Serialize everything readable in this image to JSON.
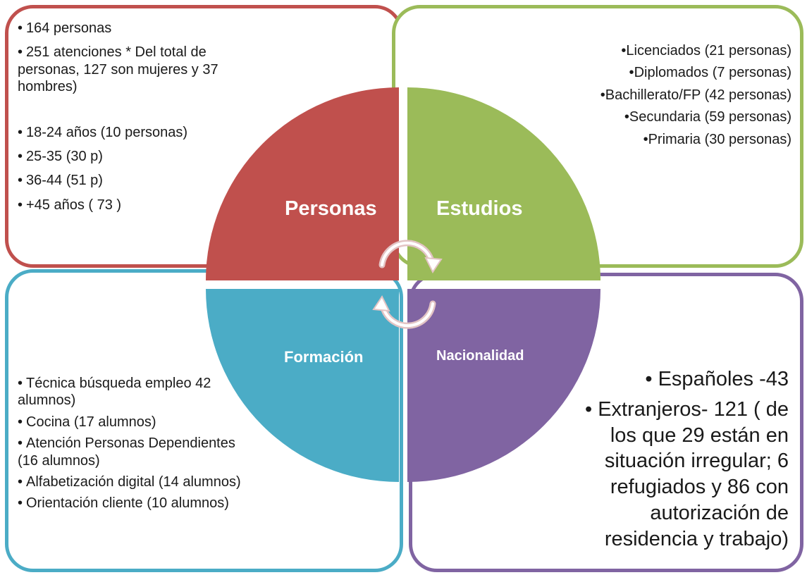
{
  "quadrants": {
    "personas": {
      "title": "Personas",
      "color": "#c0504d",
      "items": [
        "164 personas",
        "251 atenciones  * Del total de personas, 127 son  mujeres y 37 hombres)",
        "18-24 años (10 personas)",
        "25-35 (30 p)",
        "36-44 (51 p)",
        "+45 años ( 73 )"
      ]
    },
    "estudios": {
      "title": "Estudios",
      "color": "#9bbb59",
      "items": [
        "Licenciados (21 personas)",
        "Diplomados (7 personas)",
        "Bachillerato/FP (42 personas)",
        "Secundaria (59 personas)",
        "Primaria (30 personas)"
      ]
    },
    "formacion": {
      "title": "Formación",
      "color": "#4bacc6",
      "items": [
        "Técnica búsqueda empleo 42 alumnos)",
        "Cocina (17 alumnos)",
        "Atención Personas Dependientes (16 alumnos)",
        "Alfabetización digital (14 alumnos)",
        "Orientación cliente (10 alumnos)"
      ]
    },
    "nacionalidad": {
      "title": "Nacionalidad",
      "color": "#8064a2",
      "items": [
        "Españoles -43",
        "Extranjeros- 121 ( de los que 29 están en situación irregular; 6 refugiados y 86 con autorización de residencia y trabajo)"
      ]
    }
  },
  "bullet": "•"
}
